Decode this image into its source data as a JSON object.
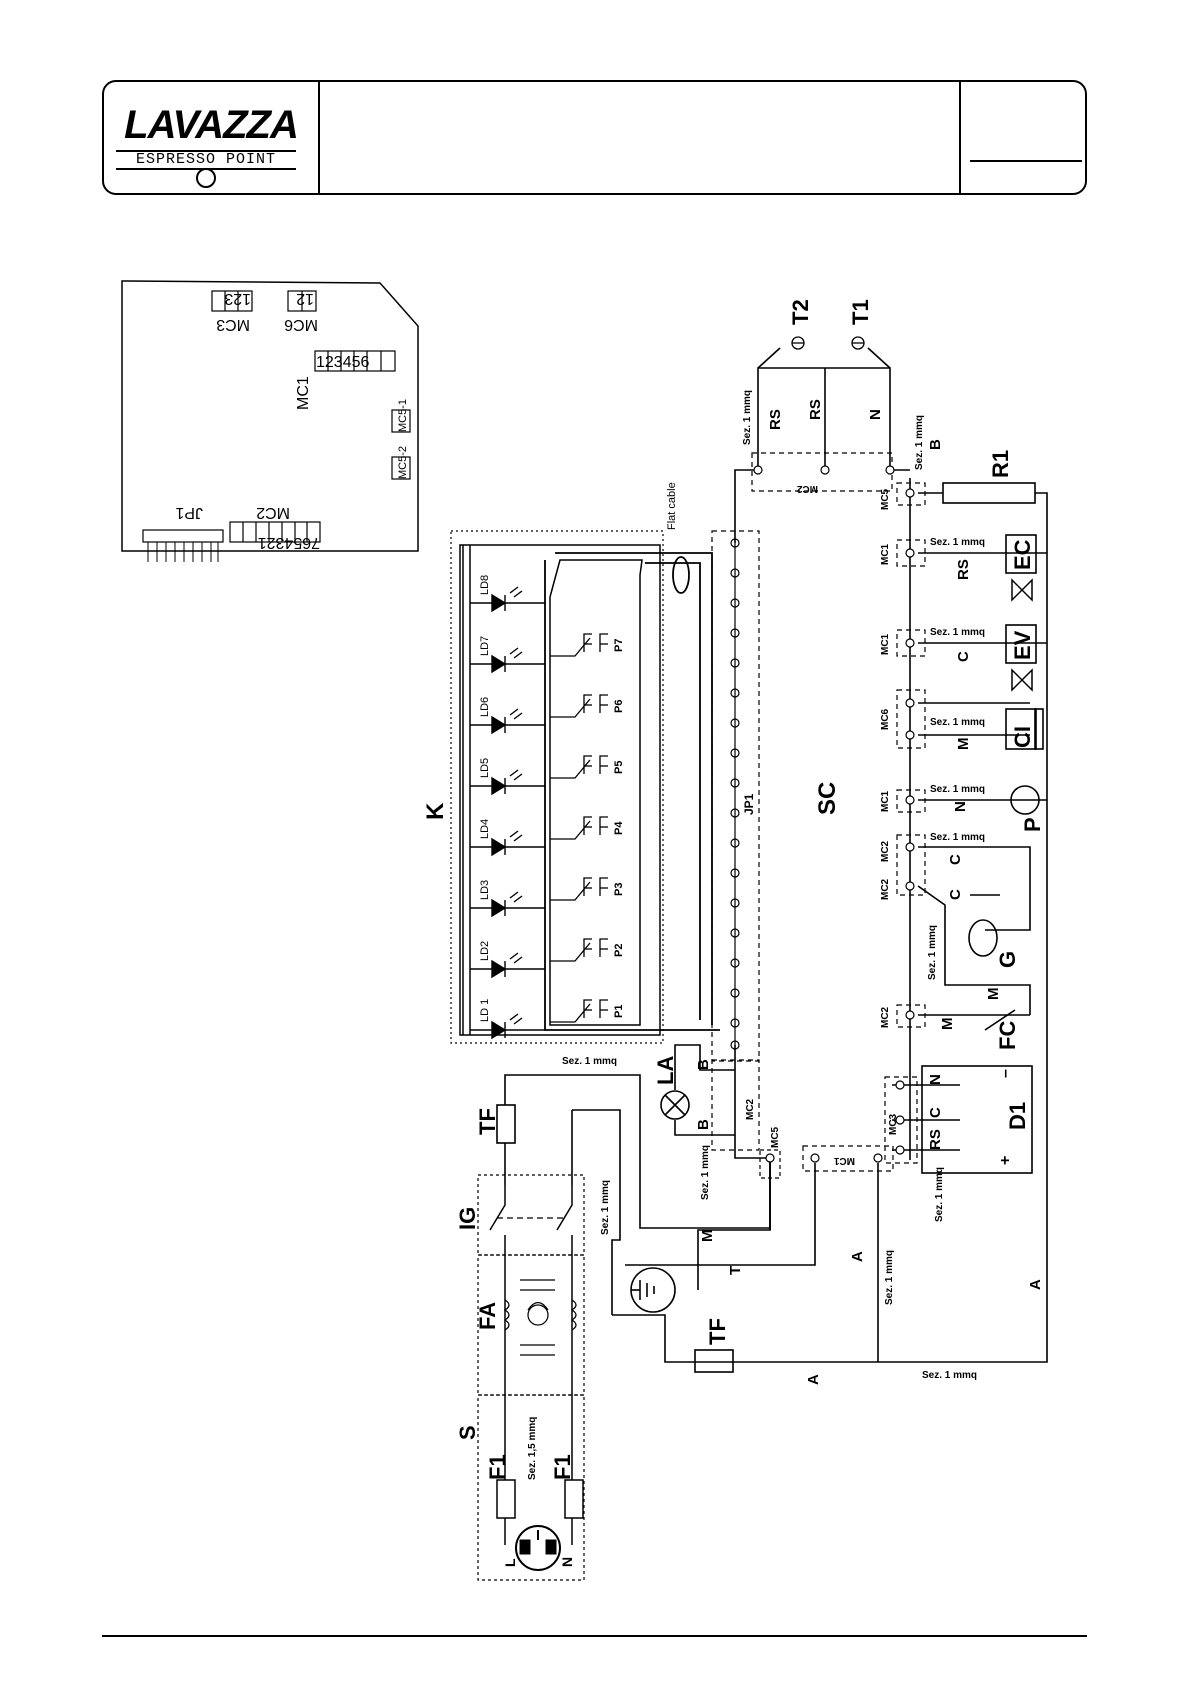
{
  "header": {
    "brand": "LAVAZZA",
    "brand_sub": "ESPRESSO POINT"
  },
  "board": {
    "conn_mc3": "MC3",
    "conn_mc3_pins": "123",
    "conn_mc6": "MC6",
    "conn_mc6_pins": "12",
    "conn_mc1": "MC1",
    "conn_mc1_pins": "123456",
    "conn_mc5_1": "MC5-1",
    "conn_mc5_2": "MC5-2",
    "conn_jp1": "JP1",
    "conn_mc2": "MC2",
    "conn_mc2_pins": "7654321"
  },
  "labels": {
    "K": "K",
    "SC": "SC",
    "JP1": "JP1",
    "flat_cable": "Flat cable",
    "T1": "T1",
    "T2": "T2",
    "R1": "R1",
    "EC": "EC",
    "EV": "EV",
    "CI": "CI",
    "P": "P",
    "G": "G",
    "FC": "FC",
    "D1": "D1",
    "LA": "LA",
    "TF": "TF",
    "IG": "IG",
    "FA": "FA",
    "S": "S",
    "F1": "F1",
    "L": "L",
    "N": "N",
    "RS": "RS",
    "C": "C",
    "M": "M",
    "B": "B",
    "A": "A",
    "T": "T",
    "plus": "+",
    "minus": "–",
    "sez1": "Sez. 1 mmq",
    "sez15": "Sez. 1,5 mmq"
  },
  "keys": [
    "P1",
    "P2",
    "P3",
    "P4",
    "P5",
    "P6",
    "P7"
  ],
  "leds": [
    "LD 1",
    "LD2",
    "LD3",
    "LD4",
    "LD5",
    "LD6",
    "LD7",
    "LD8"
  ],
  "connectors": {
    "MC1": "MC1",
    "MC2": "MC2",
    "MC3": "MC3",
    "MC5": "MC5",
    "MC6": "MC6"
  }
}
